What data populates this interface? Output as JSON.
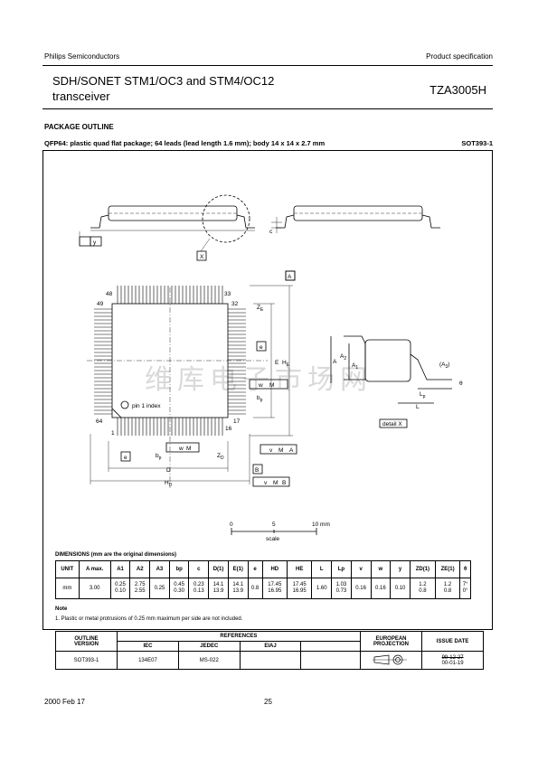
{
  "header": {
    "company": "Philips Semiconductors",
    "doc_type": "Product specification",
    "title_line1": "SDH/SONET STM1/OC3 and STM4/OC12",
    "title_line2": "transceiver",
    "part_number": "TZA3005H"
  },
  "section": {
    "heading": "PACKAGE OUTLINE",
    "package_desc": "QFP64: plastic quad flat package; 64 leads (lead length 1.6 mm); body 14 x 14 x 2.7 mm",
    "package_code": "SOT393-1"
  },
  "drawing": {
    "label_x": "X",
    "label_y": "y",
    "label_c": "c",
    "label_A": "A",
    "label_B": "B",
    "pin48": "48",
    "pin33": "33",
    "pin49": "49",
    "pin32": "32",
    "pin64": "64",
    "pin17": "17",
    "pin1": "1",
    "pin16": "16",
    "pin1_index": "pin 1 index",
    "ZE": "Z",
    "ZE_sub": "E",
    "e": "e",
    "E": "E",
    "HE": "H",
    "HE_sub": "E",
    "w": "w",
    "M": "M",
    "v": "v",
    "bp": "b",
    "bp_sub": "p",
    "ZD": "Z",
    "ZD_sub": "D",
    "D": "D",
    "HD": "H",
    "HD_sub": "D",
    "A2": "A",
    "A2_sub": "2",
    "A1": "A",
    "A1_sub": "1",
    "A3": "(A",
    "A3_sub": "3",
    "A3_close": ")",
    "theta": "θ",
    "Lp": "L",
    "Lp_sub": "p",
    "L": "L",
    "detail_x": "detail X",
    "scale_0": "0",
    "scale_5": "5",
    "scale_10": "10 mm",
    "scale_word": "scale"
  },
  "dimensions": {
    "title": "DIMENSIONS (mm are the original dimensions)",
    "headers": [
      "UNIT",
      "A max.",
      "A1",
      "A2",
      "A3",
      "bp",
      "c",
      "D(1)",
      "E(1)",
      "e",
      "HD",
      "HE",
      "L",
      "Lp",
      "v",
      "w",
      "y",
      "ZD(1)",
      "ZE(1)",
      "θ"
    ],
    "row": [
      "mm",
      "3.00",
      "0.25\n0.10",
      "2.75\n2.55",
      "0.25",
      "0.45\n0.30",
      "0.23\n0.13",
      "14.1\n13.9",
      "14.1\n13.9",
      "0.8",
      "17.45\n16.95",
      "17.45\n16.95",
      "1.60",
      "1.03\n0.73",
      "0.16",
      "0.16",
      "0.10",
      "1.2\n0.8",
      "1.2\n0.8",
      "7°\n0°"
    ]
  },
  "note": {
    "heading": "Note",
    "text": "1. Plastic or metal protrusions of 0.25 mm maximum per side are not included."
  },
  "references": {
    "outline_version_label": "OUTLINE\nVERSION",
    "references_label": "REFERENCES",
    "iec_label": "IEC",
    "jedec_label": "JEDEC",
    "eiaj_label": "EIAJ",
    "european_projection_label": "EUROPEAN\nPROJECTION",
    "issue_date_label": "ISSUE DATE",
    "outline_version": "SOT393-1",
    "iec": "134E07",
    "jedec": "MS-022",
    "eiaj": "",
    "issue_date_old": "99-12-27",
    "issue_date_new": "00-01-19"
  },
  "footer": {
    "date": "2000 Feb 17",
    "page": "25"
  },
  "watermark": "维库电子市场网"
}
